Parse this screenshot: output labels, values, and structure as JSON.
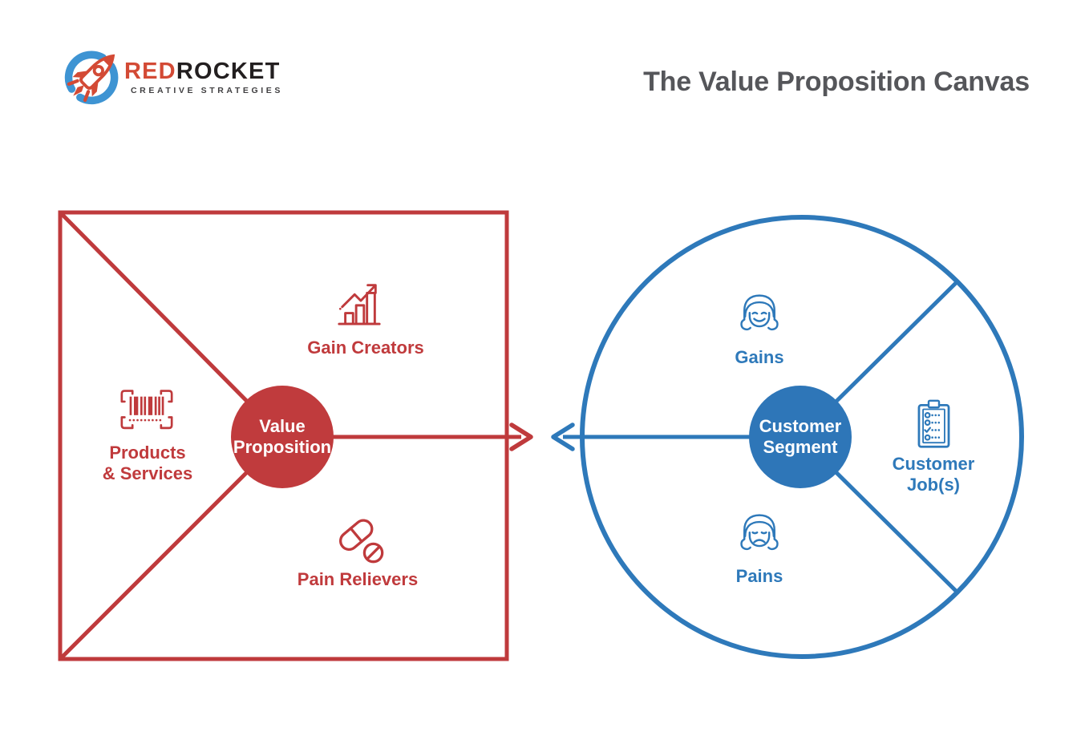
{
  "header": {
    "logo": {
      "brand_red": "RED",
      "brand_dark": "ROCKET",
      "tagline": "CREATIVE STRATEGIES",
      "icon": "rocket-logo-icon"
    },
    "title": "The Value Proposition Canvas"
  },
  "colors": {
    "diagram_red": "#c03a3c",
    "diagram_blue": "#2e79ba",
    "title_gray": "#55565a",
    "logo_red": "#d34a35",
    "logo_dark": "#231f20"
  },
  "value_map": {
    "shape": "square",
    "center_label": {
      "line1": "Value",
      "line2": "Proposition"
    },
    "arrow_direction": "right",
    "sections": [
      {
        "id": "gain-creators",
        "label": "Gain Creators",
        "icon": "growth-chart-icon"
      },
      {
        "id": "products-services",
        "label_line1": "Products",
        "label_line2": "& Services",
        "icon": "barcode-icon"
      },
      {
        "id": "pain-relievers",
        "label": "Pain Relievers",
        "icon": "pills-icon"
      }
    ]
  },
  "customer_profile": {
    "shape": "circle",
    "center_label": {
      "line1": "Customer",
      "line2": "Segment"
    },
    "arrow_direction": "left",
    "sections": [
      {
        "id": "gains",
        "label": "Gains",
        "icon": "happy-face-icon"
      },
      {
        "id": "customer-jobs",
        "label_line1": "Customer",
        "label_line2": "Job(s)",
        "icon": "clipboard-checklist-icon"
      },
      {
        "id": "pains",
        "label": "Pains",
        "icon": "sad-face-icon"
      }
    ]
  }
}
